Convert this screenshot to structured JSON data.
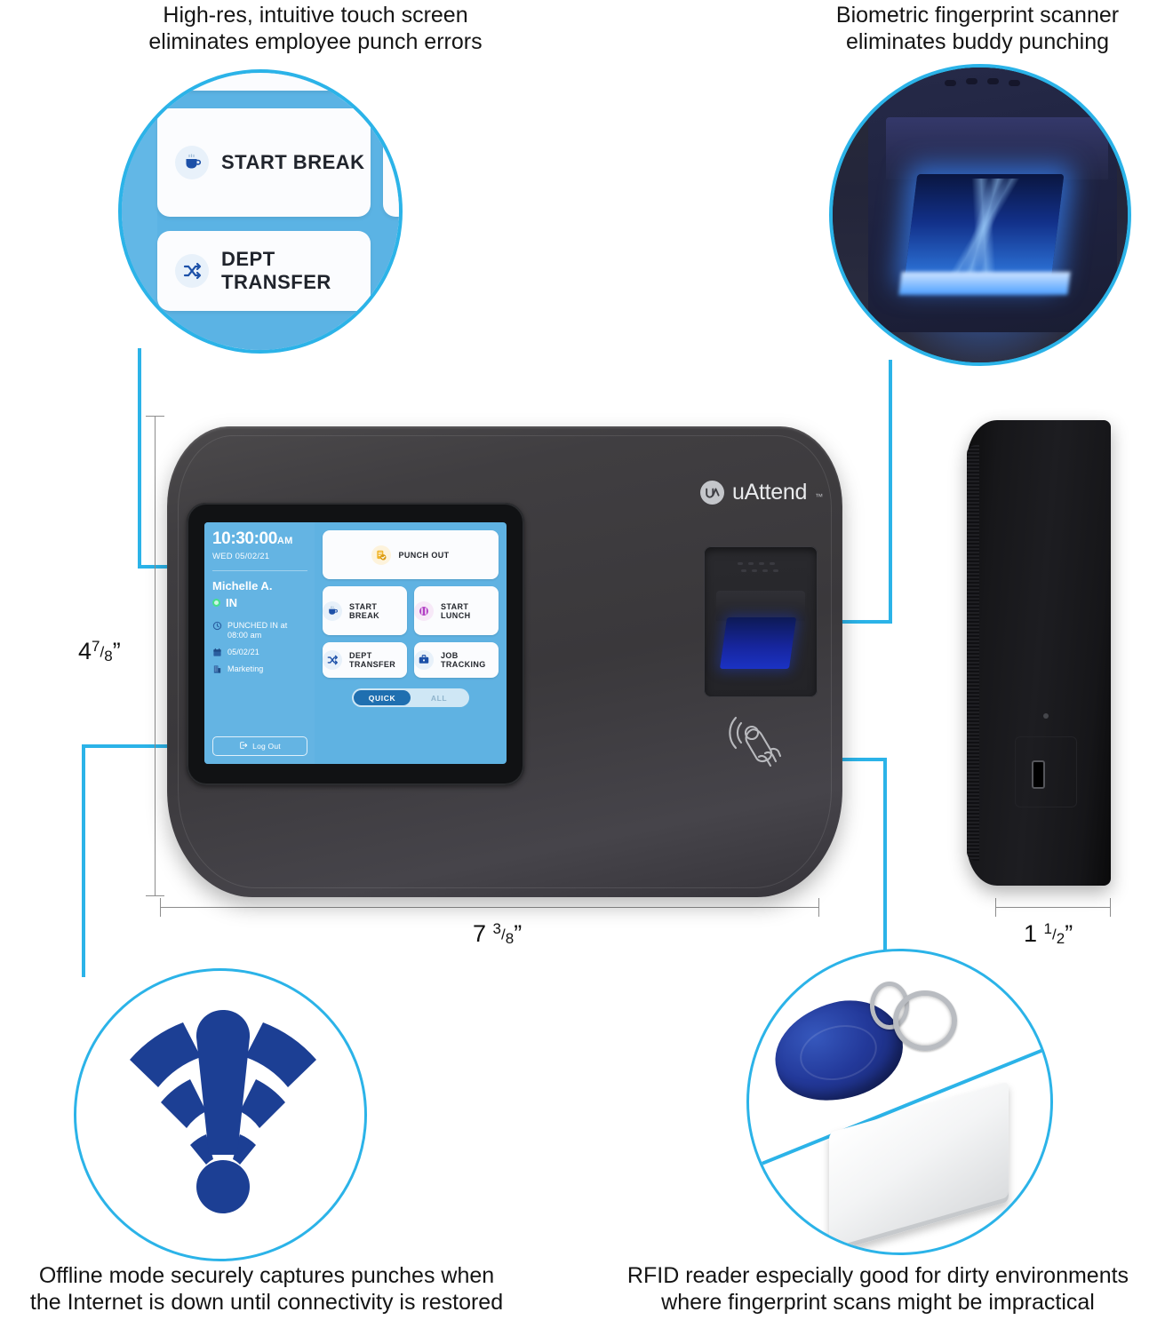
{
  "callouts": {
    "touch_screen": "High-res, intuitive touch screen\neliminates employee punch errors",
    "biometric": "Biometric fingerprint scanner\neliminates buddy punching",
    "offline": "Offline mode securely captures punches when\nthe Internet is down until connectivity is restored",
    "rfid": "RFID reader especially good for dirty environments\nwhere fingerprint scans might be impractical"
  },
  "dimensions": {
    "height_whole": "4",
    "height_num": "7",
    "height_den": "8",
    "height_unit": "”",
    "width_whole": "7",
    "width_num": "3",
    "width_den": "8",
    "width_unit": "”",
    "depth_whole": "1",
    "depth_num": "1",
    "depth_den": "2",
    "depth_unit": "”"
  },
  "device": {
    "brand": "uAttend",
    "trademark": "™"
  },
  "screen": {
    "time": "10:30:00",
    "meridiem": "AM",
    "date_line": "WED 05/02/21",
    "employee": "Michelle A.",
    "status": "IN",
    "punch_status": "PUNCHED IN at",
    "punch_time": "08:00 am",
    "punch_date": "05/02/21",
    "department": "Marketing",
    "logout_label": "Log Out",
    "buttons": [
      {
        "label": "PUNCH OUT",
        "icon": "punch-out-icon"
      },
      {
        "label": "START BREAK",
        "icon": "coffee-cup-icon"
      },
      {
        "label": "START LUNCH",
        "icon": "lunch-icon"
      },
      {
        "label": "DEPT TRANSFER",
        "icon": "shuffle-arrows-icon"
      },
      {
        "label": "JOB TRACKING",
        "icon": "briefcase-icon"
      }
    ],
    "toggle": {
      "active": "QUICK",
      "inactive": "ALL"
    }
  },
  "colors": {
    "accent_cyan": "#2bb3e8",
    "screen_blue": "#5fb2e2",
    "panel_blue": "#64b4e3",
    "toggle_active": "#1f6fb0",
    "wifi_navy": "#1c3f94",
    "status_green": "#45e08d",
    "fob_blue": "#23399a"
  }
}
